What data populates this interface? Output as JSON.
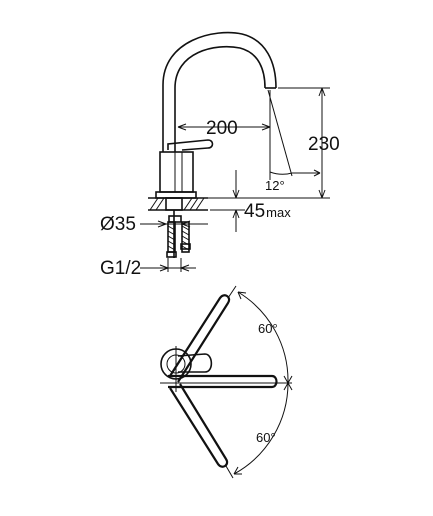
{
  "dimensions": {
    "reach": "200",
    "height": "230",
    "angle": "12°",
    "thickness": "45",
    "thickness_suffix": "max",
    "hole_diameter": "Ø35",
    "connection": "G1/2"
  },
  "plan_view": {
    "swivel_angle_top": "60°",
    "swivel_angle_bottom": "60°"
  }
}
